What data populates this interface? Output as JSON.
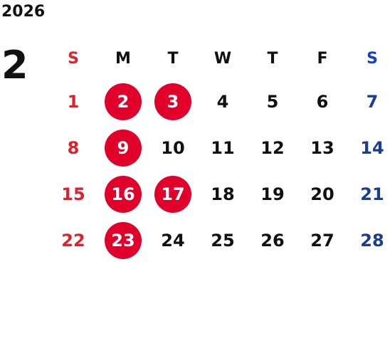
{
  "year": "2026",
  "month": "2",
  "colors": {
    "sunday": "#e0202a",
    "saturday": "#1a3d8f",
    "holiday_circle": "#e0002a",
    "weekday": "#111111"
  },
  "weekdays": [
    "S",
    "M",
    "T",
    "W",
    "T",
    "F",
    "S"
  ],
  "weeks": [
    [
      {
        "day": "1",
        "holiday": false
      },
      {
        "day": "2",
        "holiday": true
      },
      {
        "day": "3",
        "holiday": true
      },
      {
        "day": "4",
        "holiday": false
      },
      {
        "day": "5",
        "holiday": false
      },
      {
        "day": "6",
        "holiday": false
      },
      {
        "day": "7",
        "holiday": false
      }
    ],
    [
      {
        "day": "8",
        "holiday": false
      },
      {
        "day": "9",
        "holiday": true
      },
      {
        "day": "10",
        "holiday": false
      },
      {
        "day": "11",
        "holiday": false
      },
      {
        "day": "12",
        "holiday": false
      },
      {
        "day": "13",
        "holiday": false
      },
      {
        "day": "14",
        "holiday": false
      }
    ],
    [
      {
        "day": "15",
        "holiday": false
      },
      {
        "day": "16",
        "holiday": true
      },
      {
        "day": "17",
        "holiday": true
      },
      {
        "day": "18",
        "holiday": false
      },
      {
        "day": "19",
        "holiday": false
      },
      {
        "day": "20",
        "holiday": false
      },
      {
        "day": "21",
        "holiday": false
      }
    ],
    [
      {
        "day": "22",
        "holiday": false
      },
      {
        "day": "23",
        "holiday": true
      },
      {
        "day": "24",
        "holiday": false
      },
      {
        "day": "25",
        "holiday": false
      },
      {
        "day": "26",
        "holiday": false
      },
      {
        "day": "27",
        "holiday": false
      },
      {
        "day": "28",
        "holiday": false
      }
    ]
  ]
}
